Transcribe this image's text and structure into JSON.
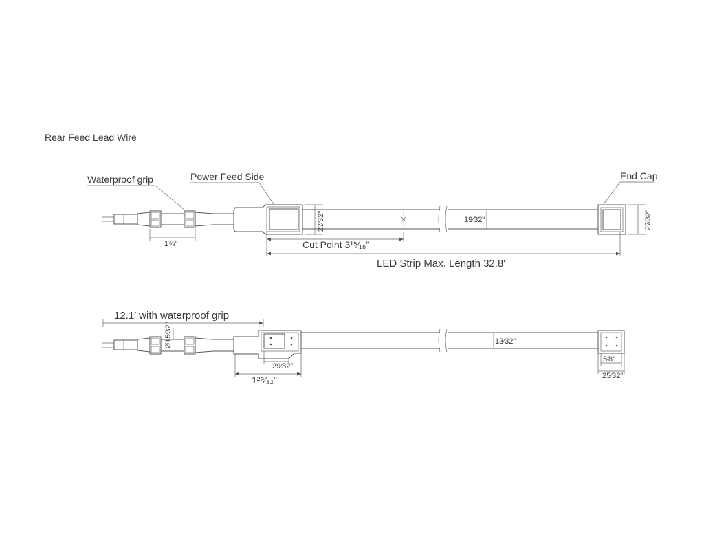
{
  "diagram": {
    "title": "Rear Feed Lead Wire",
    "labels": {
      "waterproof_grip": "Waterproof grip",
      "power_feed_side": "Power Feed Side",
      "end_cap": "End Cap",
      "grip_length": "1⅜\"",
      "height_top": "27⁄32\"",
      "strip_height_top": "19⁄32\"",
      "endcap_height": "27⁄32\"",
      "cut_point": "Cut Point 3¹⁵⁄₁₆\"",
      "max_length": "LED Strip Max. Length 32.8'",
      "lead_length": "12.1′ with waterproof grip",
      "grip_diameter": "Ø15⁄32\"",
      "strip_height_bottom": "13⁄32\"",
      "connector_inner": "29⁄32\"",
      "connector_outer": "1²⁹⁄₃₂\"",
      "endcap_inner": "5⁄8\"",
      "endcap_outer": "25⁄32\""
    }
  }
}
